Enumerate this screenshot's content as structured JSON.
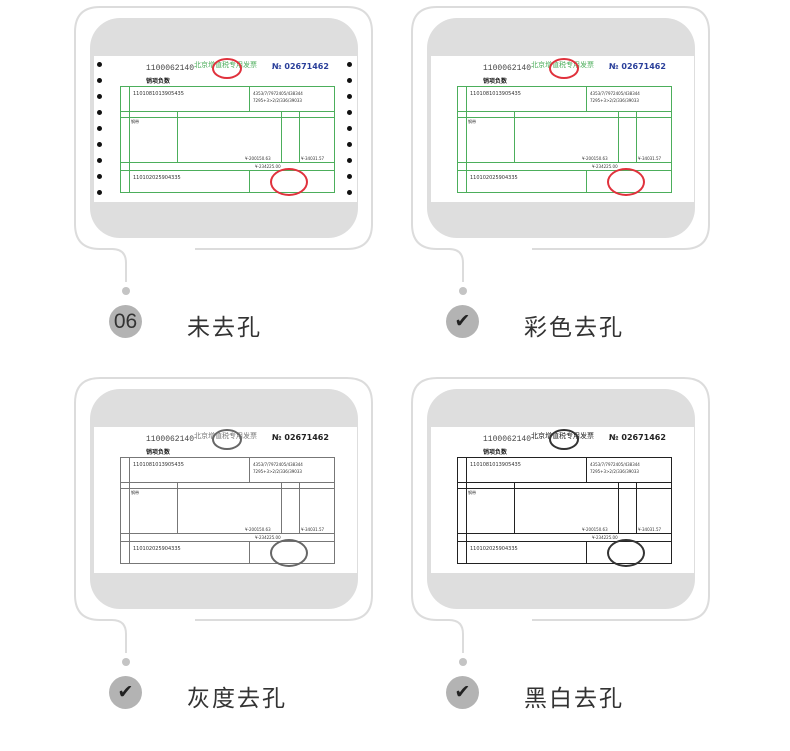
{
  "invoice": {
    "code": "1100062140",
    "title": "北京增值税专用发票",
    "number": "№ 02671462",
    "subtitle": "销项负数",
    "amount": "¥-200150.63",
    "tax": "¥-34031.57",
    "total": "¥-234225.00"
  },
  "cards": [
    {
      "badge": "06",
      "badge_icon": "number",
      "label": "未去孔"
    },
    {
      "badge": "✔",
      "badge_icon": "check-icon",
      "label": "彩色去孔"
    },
    {
      "badge": "✔",
      "badge_icon": "check-icon",
      "label": "灰度去孔"
    },
    {
      "badge": "✔",
      "badge_icon": "check-icon",
      "label": "黑白去孔"
    }
  ]
}
